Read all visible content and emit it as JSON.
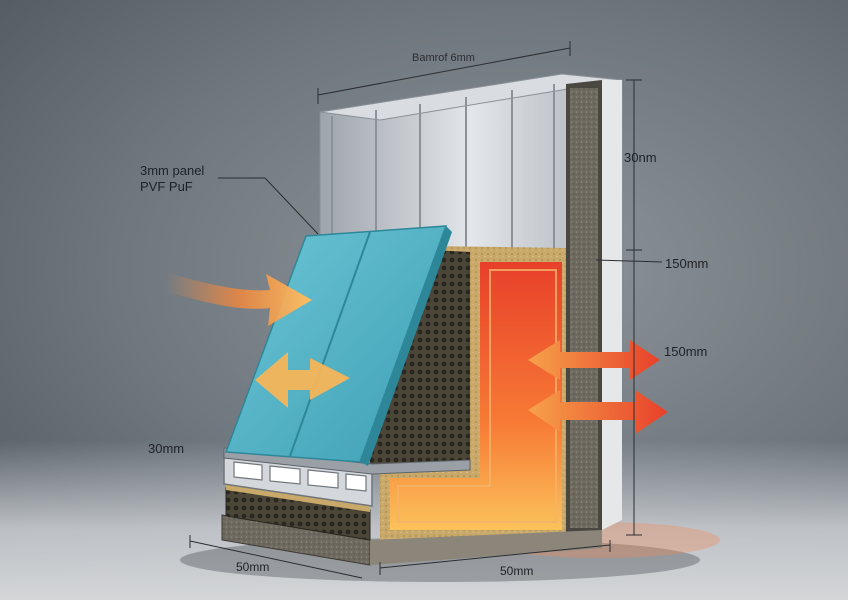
{
  "labels": {
    "top_dimension": "Bamrof 6mm",
    "panel_line1": "3mm panel",
    "panel_line2": "PVF PuF",
    "right_top": "30nm",
    "right_mid_a": "150mm",
    "right_mid_b": "150mm",
    "left_bottom": "30mm",
    "bottom_left": "50mm",
    "bottom_right": "50mm"
  },
  "colors": {
    "panel_cyan": "#4fb6c9",
    "insulation_tan": "#c9a96a",
    "heat_red": "#e8402a",
    "heat_orange": "#f79a3a",
    "aluminium": "#cfd3d8",
    "dark_core": "#3a3a36"
  }
}
